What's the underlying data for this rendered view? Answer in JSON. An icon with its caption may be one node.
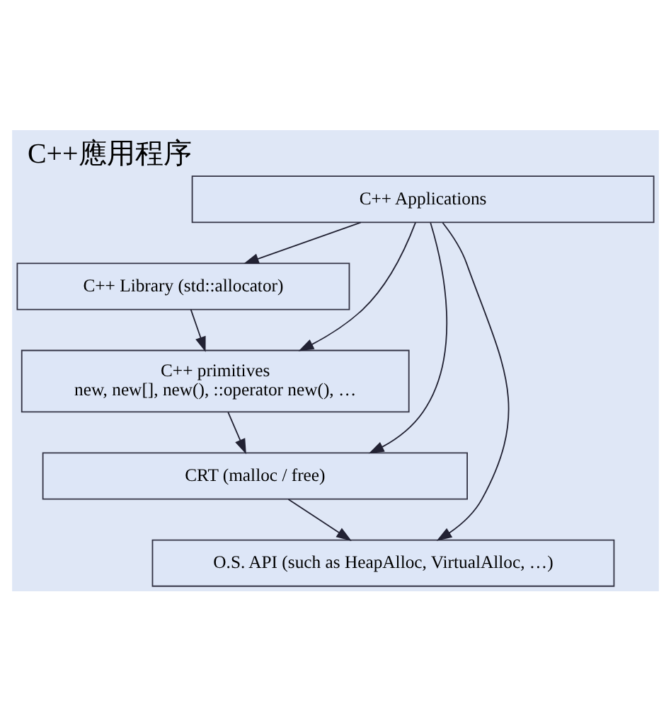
{
  "diagram": {
    "title": "C++應用程序",
    "nodes": [
      {
        "text": [
          "C++ Applications"
        ]
      },
      {
        "text": [
          "C++ Library (std::allocator)"
        ]
      },
      {
        "text": [
          "C++ primitives",
          "new, new[], new(), ::operator new(), …"
        ]
      },
      {
        "text": [
          "CRT (malloc / free)"
        ]
      },
      {
        "text": [
          "O.S. API (such as HeapAlloc, VirtualAlloc, …)"
        ]
      }
    ],
    "edges": [
      {
        "from": 0,
        "to": 1,
        "arrow": "to"
      },
      {
        "from": 0,
        "to": 2,
        "arrow": "to"
      },
      {
        "from": 0,
        "to": 3,
        "arrow": "to"
      },
      {
        "from": 0,
        "to": 4,
        "arrow": "to"
      },
      {
        "from": 1,
        "to": 2,
        "arrow": "to"
      },
      {
        "from": 2,
        "to": 3,
        "arrow": "to"
      },
      {
        "from": 3,
        "to": 4,
        "arrow": "to"
      }
    ]
  }
}
